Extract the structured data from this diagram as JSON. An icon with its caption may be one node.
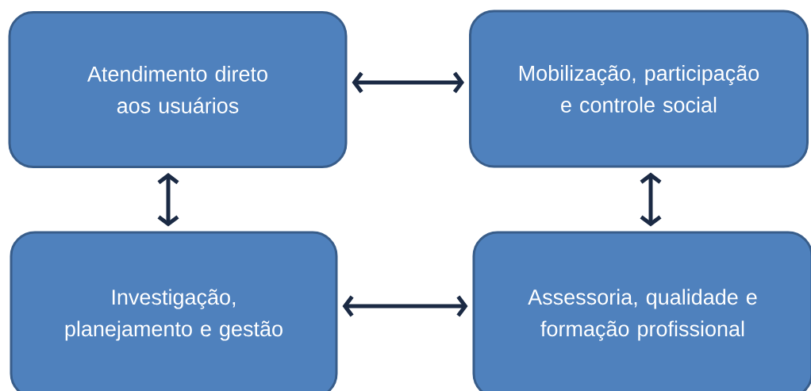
{
  "diagram": {
    "nodes": [
      {
        "text": [
          "Atendimento direto aos usuários"
        ]
      },
      {
        "text": [
          "Mobilização, participação e controle social"
        ]
      },
      {
        "text": [
          "Investigação, planejamento e gestão"
        ]
      },
      {
        "text": [
          "Assessoria, qualidade e formação profissional"
        ]
      }
    ],
    "edges": [
      {
        "from": 0,
        "to": 1,
        "arrow": "both"
      },
      {
        "from": 0,
        "to": 2,
        "arrow": "both"
      },
      {
        "from": 1,
        "to": 3,
        "arrow": "both"
      },
      {
        "from": 2,
        "to": 3,
        "arrow": "both"
      }
    ]
  }
}
